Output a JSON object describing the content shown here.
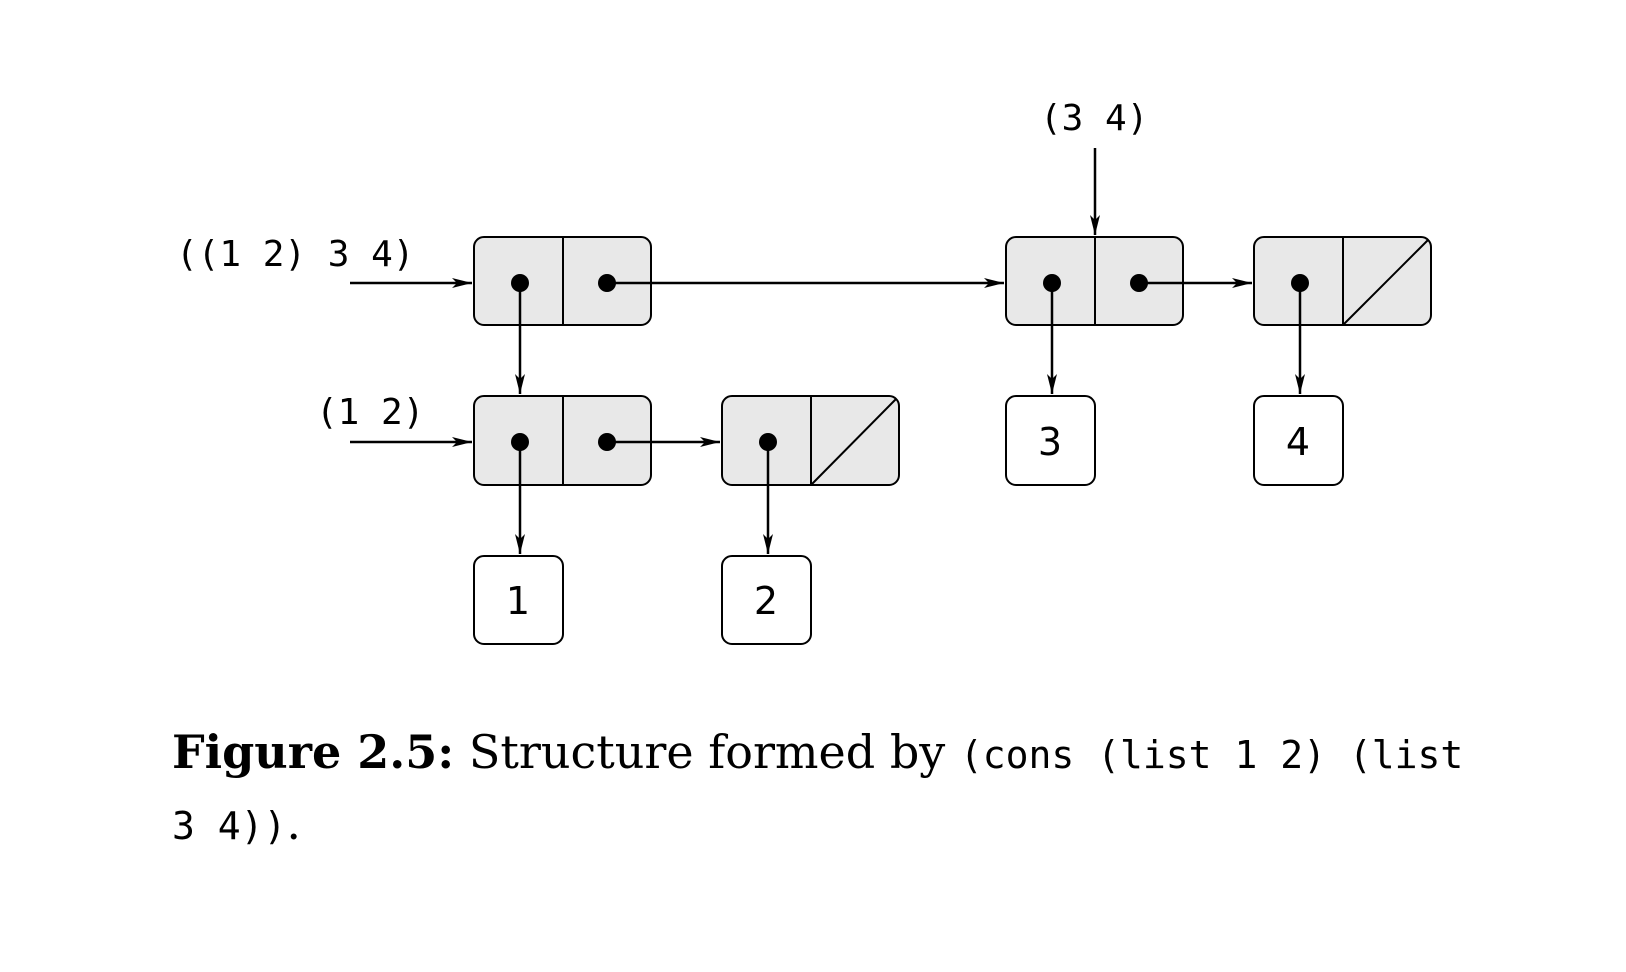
{
  "diagram": {
    "labels": {
      "outer_list": "((1 2) 3 4)",
      "inner_list": "(1 2)",
      "tail_list": "(3 4)"
    },
    "pairs": [
      {
        "id": "pair-outer-1",
        "car": "pointer",
        "cdr": "pointer"
      },
      {
        "id": "pair-outer-2",
        "car": "pointer",
        "cdr": "pointer"
      },
      {
        "id": "pair-outer-3",
        "car": "pointer",
        "cdr": "nil"
      },
      {
        "id": "pair-inner-1",
        "car": "pointer",
        "cdr": "pointer"
      },
      {
        "id": "pair-inner-2",
        "car": "pointer",
        "cdr": "nil"
      }
    ],
    "atoms": [
      "1",
      "2",
      "3",
      "4"
    ],
    "colors": {
      "cell_fill": "#e8e8e8",
      "atom_fill": "#ffffff",
      "stroke": "#000000"
    }
  },
  "caption": {
    "label": "Figure 2.5:",
    "text": " Structure formed by ",
    "code_line1": "(cons (list 1 2) (list",
    "code_line2": "3 4))",
    "end": "."
  }
}
